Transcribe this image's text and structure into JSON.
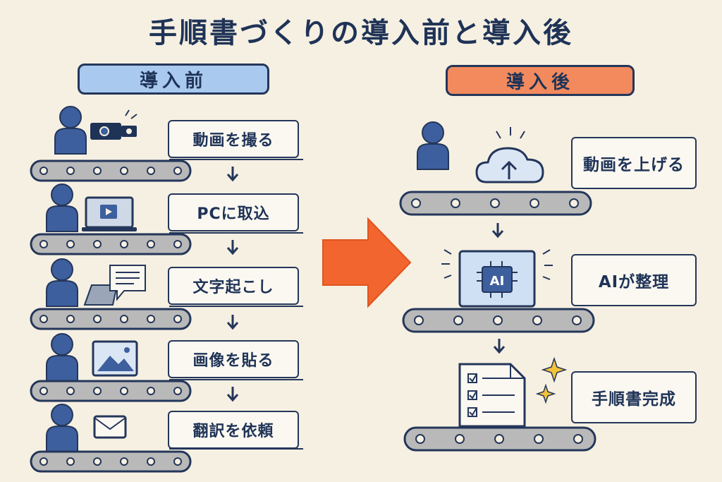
{
  "title": "手順書づくりの導入前と導入後",
  "before": {
    "header": "導入前",
    "steps": [
      "動画を撮る",
      "PCに取込",
      "文字起こし",
      "画像を貼る",
      "翻訳を依頼"
    ]
  },
  "after": {
    "header": "導入後",
    "steps": [
      "動画を上げる",
      "AIが整理",
      "手順書完成"
    ],
    "chip_text": "AI"
  },
  "colors": {
    "background": "#f6f0e2",
    "ink": "#1f3357",
    "before_accent": "#a9c9ef",
    "after_accent": "#f28a5e",
    "figure": "#3d5f9e",
    "conveyor": "#b9b9b9",
    "arrow": "#f2652f",
    "sparkle": "#f2c23a"
  },
  "icons": [
    "person-icon",
    "video-camera-icon",
    "laptop-icon",
    "speech-bubble-icon",
    "image-icon",
    "mail-icon",
    "cloud-upload-icon",
    "ai-chip-icon",
    "checklist-document-icon",
    "sparkle-icon"
  ]
}
